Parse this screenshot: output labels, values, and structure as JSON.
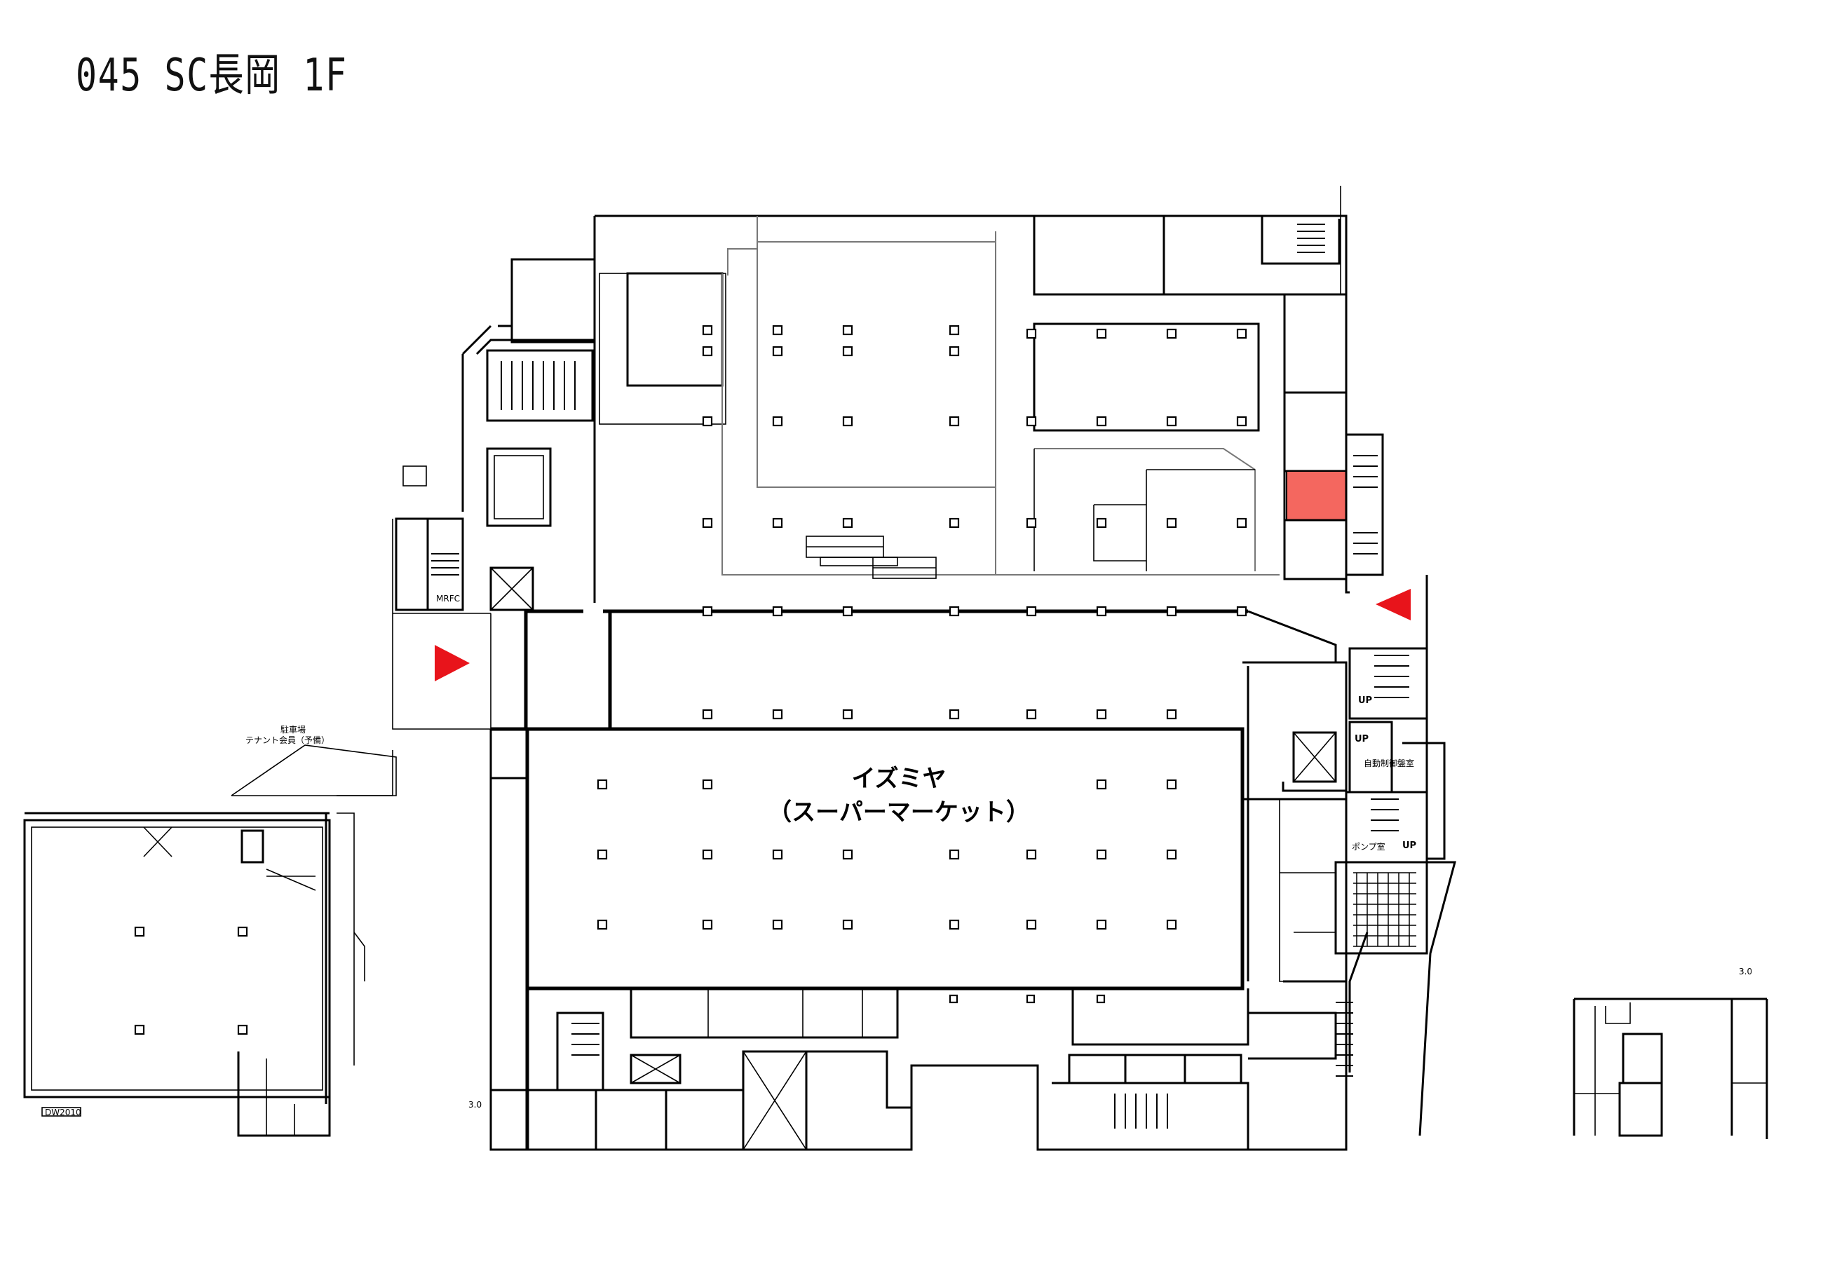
{
  "title": "045 SC長岡 1F",
  "store": {
    "name": "イズミヤ",
    "subtitle": "（スーパーマーケット）"
  },
  "labels": {
    "up_1": "UP",
    "up_2": "UP",
    "up_3": "UP",
    "mrfc": "MRFC",
    "pump": "ポンプ室",
    "control": "自動制御盤室",
    "tenant_note_1": "駐車場",
    "tenant_note_2": "テナント会員（予備）",
    "sign_box": "DW2010",
    "level_1": "3.0",
    "level_2": "3.0"
  },
  "colors": {
    "highlight_unit": "#f4675f",
    "entrance_arrow": "#e8141b",
    "wall": "#000000"
  },
  "markers": [
    {
      "id": "entrance-west",
      "direction": "right"
    },
    {
      "id": "entrance-east",
      "direction": "left"
    }
  ]
}
